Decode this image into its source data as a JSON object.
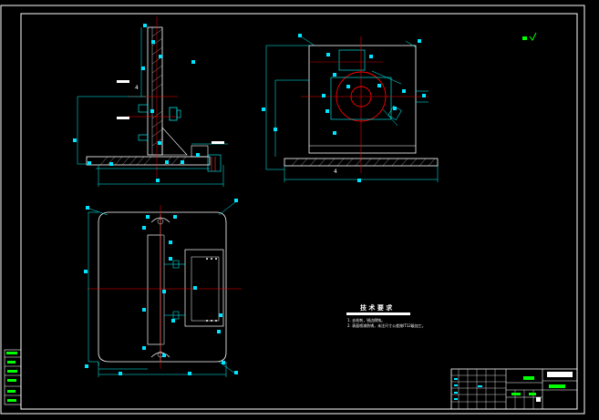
{
  "technical_requirements": {
    "title": "技 术 要 求",
    "notes": [
      "1. 去毛刺，锐边倒钝。",
      "2. 表面喷漆防锈，未注尺寸公差按IT12级加工。"
    ]
  },
  "views": {
    "side_view_dim": "4",
    "front_view_dim": "4"
  },
  "colors": {
    "background": "#000000",
    "outline": "#ffffff",
    "geometry": "#00ffff",
    "centerline": "#ff0000",
    "marker": "#00e5ff",
    "text_block": "#00ff00"
  }
}
